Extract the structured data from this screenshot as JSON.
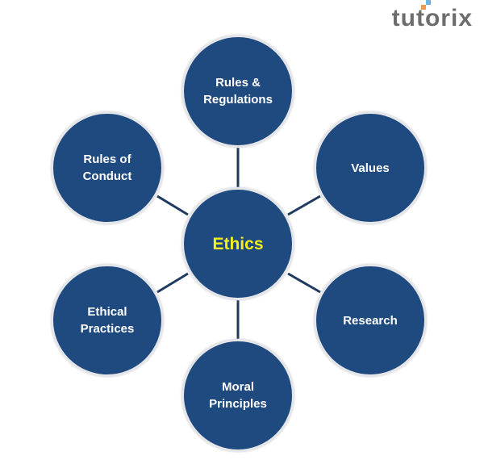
{
  "logo": {
    "text": "tutorix"
  },
  "diagram": {
    "center": "Ethics",
    "nodes": [
      "Rules &\nRegulations",
      "Values",
      "Research",
      "Moral\nPrinciples",
      "Ethical\nPractices",
      "Rules of\nConduct"
    ]
  },
  "colors": {
    "circle": "#1f4a7f",
    "center_text": "#f4f01c",
    "connector": "#1f3a5f"
  }
}
